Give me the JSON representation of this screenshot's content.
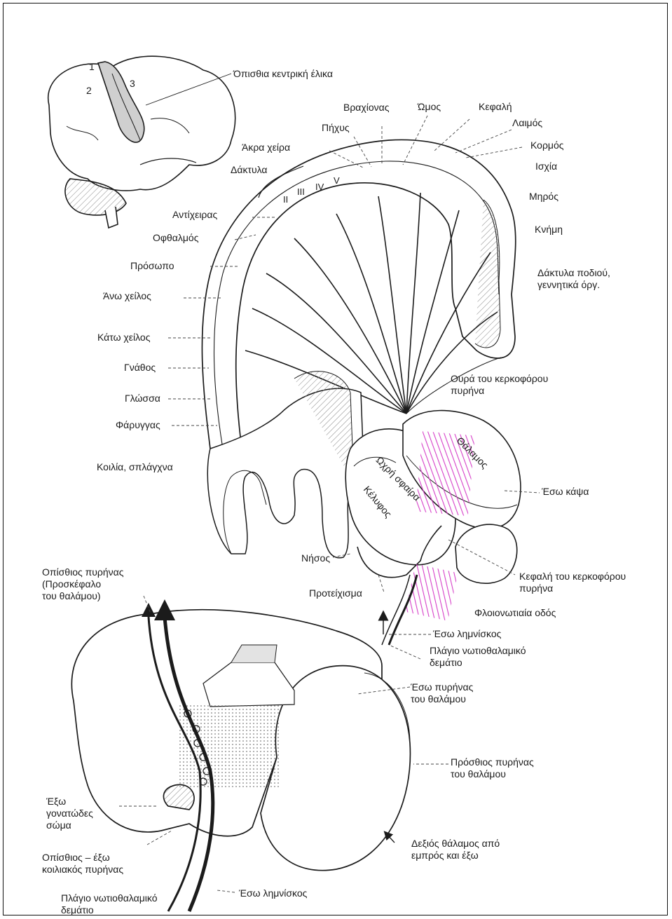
{
  "labels": {
    "posterior_central_gyrus": "Όπισθια κεντρική έλικα",
    "brain_num_1": "1",
    "brain_num_2": "2",
    "brain_num_3": "3",
    "arm": "Βραχίονας",
    "shoulder": "Ώμος",
    "head": "Κεφαλή",
    "neck": "Λαιμός",
    "forearm": "Πήχυς",
    "trunk": "Κορμός",
    "hand": "Άκρα χείρα",
    "hip": "Ισχία",
    "fingers": "Δάκτυλα",
    "roman_2": "II",
    "roman_3": "III",
    "roman_4": "IV",
    "roman_5": "V",
    "thigh": "Μηρός",
    "thumb": "Αντίχειρας",
    "leg": "Κνήμη",
    "eye": "Οφθαλμός",
    "face": "Πρόσωπο",
    "toes_genitals": "Δάκτυλα ποδιού,\nγεννητικά όργ.",
    "upper_lip": "Άνω χείλος",
    "lower_lip": "Κάτω χείλος",
    "jaw": "Γνάθος",
    "tongue": "Γλώσσα",
    "pharynx": "Φάρυγγας",
    "abdomen_viscera": "Κοιλία, σπλάγχνα",
    "caudate_tail": "Ουρά του κερκοφόρου\nπυρήνα",
    "thalamus": "Θάλαμος",
    "globus_pallidus": "Ωχρή σφαίρα",
    "putamen": "Κέλυφος",
    "internal_capsule": "Έσω κάψα",
    "insula": "Νήσος",
    "posterior_nucleus": "Οπίσθιος πυρήνας\n(Προσκέφαλο\nτου θαλάμου)",
    "claustrum": "Προτείχισμα",
    "caudate_head": "Κεφαλή του κερκοφόρου\nπυρήνα",
    "corticospinal_tract": "Φλοιονωτιαία οδός",
    "medial_lemniscus": "Έσω λημνίσκος",
    "lateral_spinothalamic": "Πλάγιο νωτιοθαλαμικό\nδεμάτιο",
    "medial_nucleus": "Έσω πυρήνας\nτου θαλάμου",
    "anterior_nucleus": "Πρόσθιος πυρήνας\nτου θαλάμου",
    "lateral_geniculate": "Έξω\nγονατώδες\nσώμα",
    "posterolateral_ventral": "Οπίσθιος – έξω\nκοιλιακός πυρήνας",
    "right_thalamus": "Δεξιός θάλαμος από\nεμπρός και έξω",
    "medial_lemniscus_bottom": "Έσω λημνίσκος",
    "lateral_spinothalamic_bottom": "Πλάγιο νωτιοθαλαμικό\nδεμάτιο"
  },
  "colors": {
    "ink": "#1b1b1b",
    "highlight": "#d63fc8",
    "shade": "#9a9a9a"
  }
}
